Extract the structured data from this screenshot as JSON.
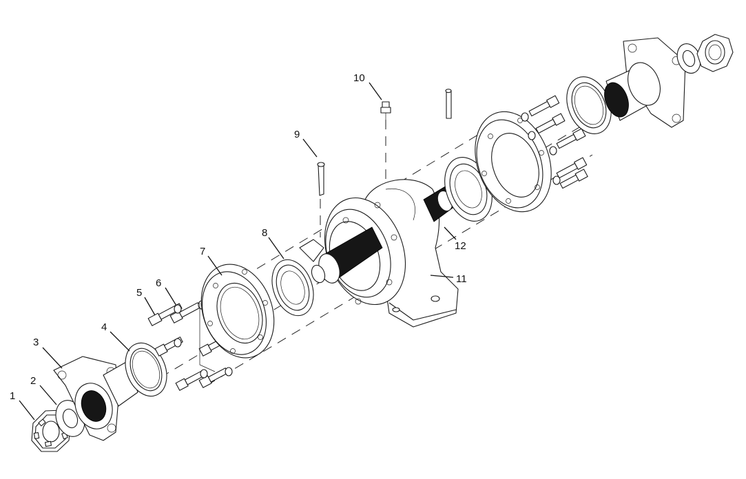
{
  "diagram": {
    "type": "exploded-parts-view",
    "callouts": [
      {
        "id": "1",
        "label": "1"
      },
      {
        "id": "2",
        "label": "2"
      },
      {
        "id": "3",
        "label": "3"
      },
      {
        "id": "4",
        "label": "4"
      },
      {
        "id": "5",
        "label": "5"
      },
      {
        "id": "6",
        "label": "6"
      },
      {
        "id": "7",
        "label": "7"
      },
      {
        "id": "8",
        "label": "8"
      },
      {
        "id": "9",
        "label": "9"
      },
      {
        "id": "10",
        "label": "10"
      },
      {
        "id": "11",
        "label": "11"
      },
      {
        "id": "12",
        "label": "12"
      }
    ],
    "colors": {
      "line": "#1a1a1a",
      "background": "#ffffff",
      "thread_fill": "#161616"
    }
  }
}
